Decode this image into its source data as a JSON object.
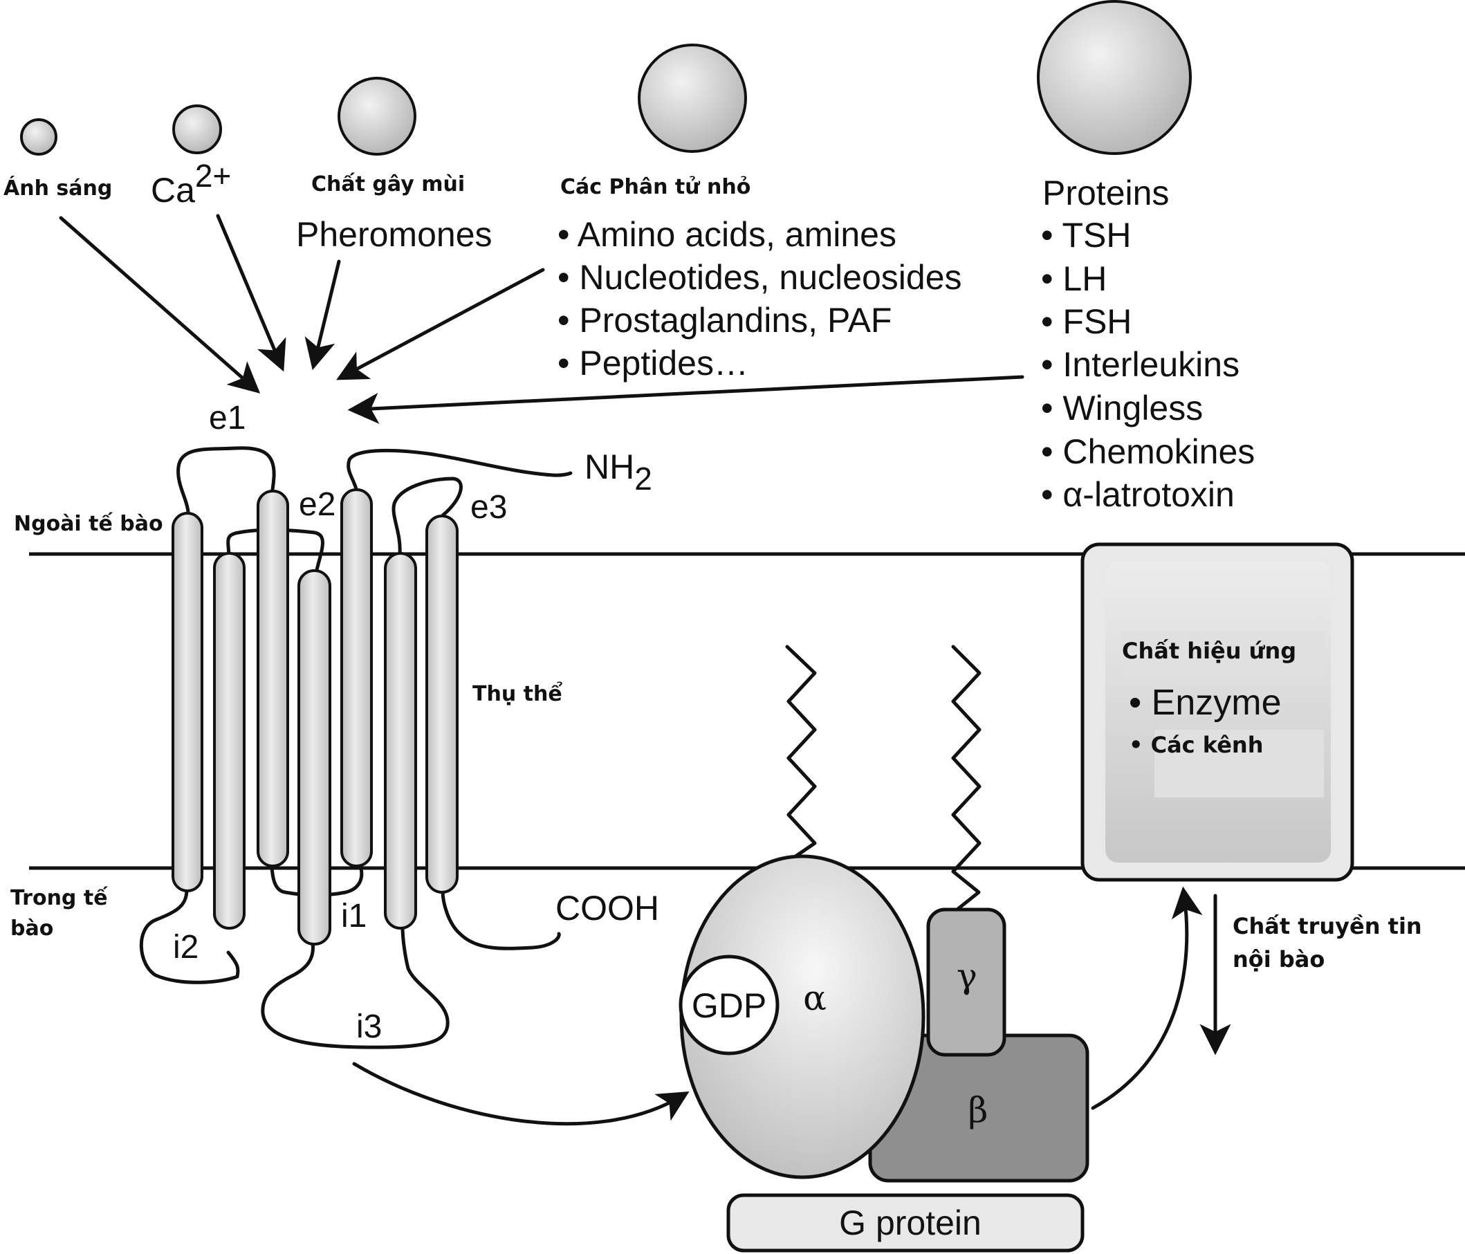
{
  "ligands": {
    "light": "Ánh sáng",
    "calcium": "Ca",
    "calcium_charge": "2+",
    "odorants": "Chất gây mùi",
    "pheromones": "Pheromones",
    "small_molecules": {
      "heading": "Các Phân tử nhỏ",
      "items": [
        "• Amino acids, amines",
        "• Nucleotides, nucleosides",
        "• Prostaglandins, PAF",
        "• Peptides…"
      ]
    },
    "proteins": {
      "heading": "Proteins",
      "items": [
        "• TSH",
        "• LH",
        "• FSH",
        "• Interleukins",
        "• Wingless",
        "• Chemokines",
        "• α-latrotoxin"
      ]
    }
  },
  "receptor": {
    "e1": "e1",
    "e2": "e2",
    "e3": "e3",
    "i1": "i1",
    "i2": "i2",
    "i3": "i3",
    "nh2": "NH",
    "nh2_sub": "2",
    "cooh": "COOH",
    "label": "Thụ thể"
  },
  "membrane": {
    "outside": "Ngoài tế bào",
    "inside_line1": "Trong tế",
    "inside_line2": "bào"
  },
  "effector": {
    "title": "Chất hiệu ứng",
    "items": [
      "• Enzyme",
      "• Các kênh"
    ]
  },
  "messenger": {
    "line1": "Chất truyền tin",
    "line2": "nội bào"
  },
  "g_protein": {
    "gdp": "GDP",
    "alpha": "α",
    "beta": "β",
    "gamma": "γ",
    "label": "G protein"
  },
  "colors": {
    "membrane_line": "#111111",
    "helix_fill": "#d0d0d0",
    "alpha_fill": "#d9d9d9",
    "beta_fill": "#8f8f8f",
    "gamma_fill": "#b3b3b3",
    "effector_fill": "#e6e6e6",
    "effector_inner": "#cfcfcf"
  }
}
